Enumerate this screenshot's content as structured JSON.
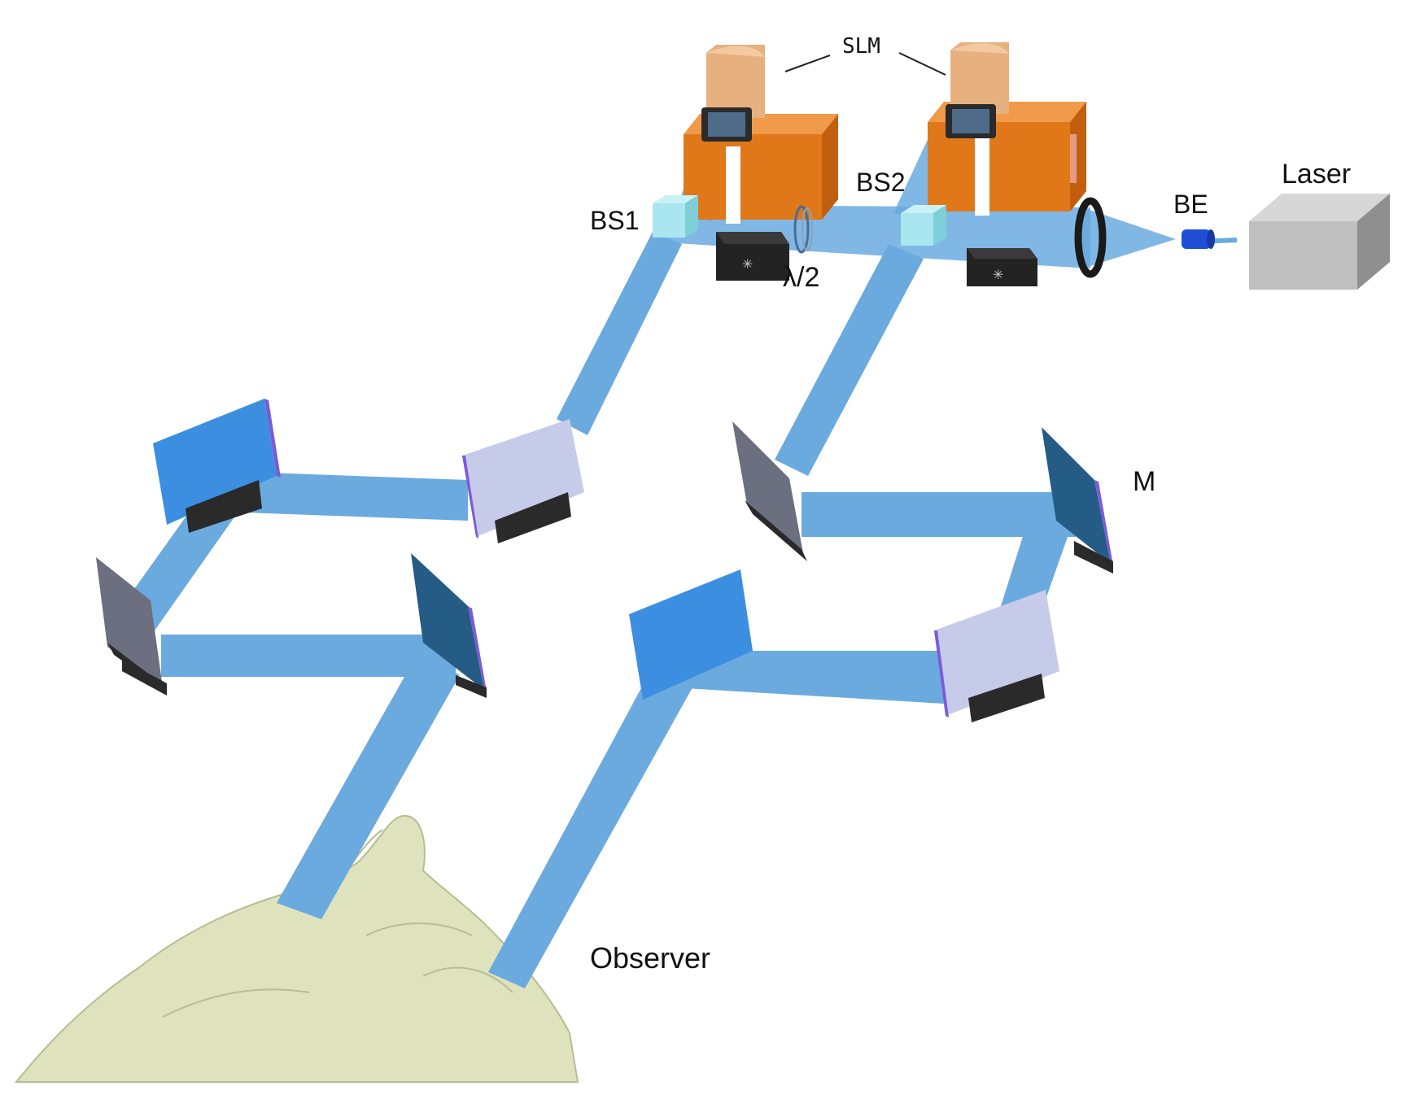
{
  "labels": {
    "slm": "SLM",
    "bs1": "BS1",
    "bs2": "BS2",
    "half_wave": "λ/2",
    "be": "BE",
    "laser": "Laser",
    "mirror": "M",
    "observer": "Observer"
  },
  "colors": {
    "beam": "#6aaadf",
    "slm_body": "#e0781a",
    "slm_top": "#e7b07f",
    "beam_splitter": "#a9e6ef",
    "mirror_blue": "#3c8fe0",
    "mirror_navy": "#245c86",
    "mirror_gray": "#6c6f7f",
    "mirror_lavender": "#c6cbea",
    "laser_body": "#bfbfbf",
    "be_lens": "#1e4fd6",
    "head": "#dfe3bd"
  }
}
